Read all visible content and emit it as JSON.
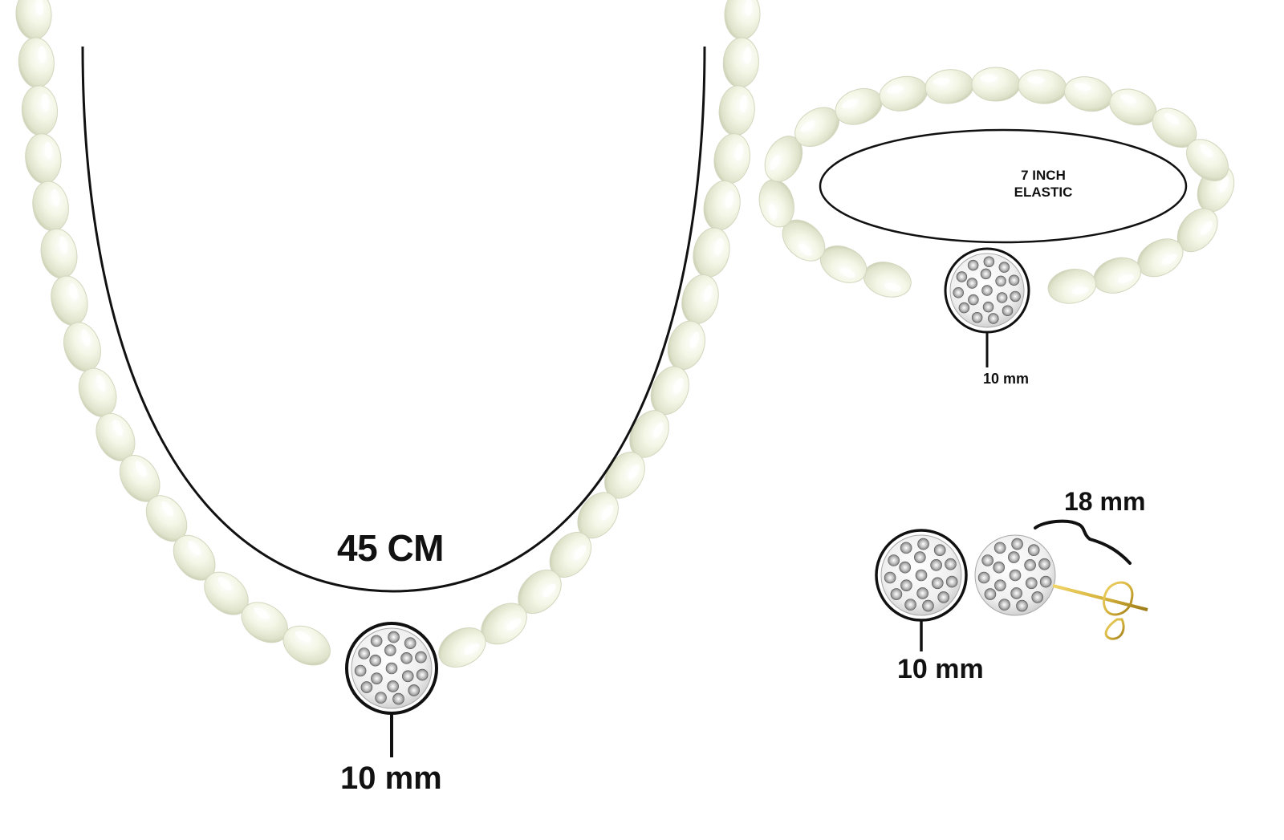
{
  "necklace": {
    "length_label": "45 CM",
    "bead_label": "10 mm"
  },
  "bracelet": {
    "size_label": "7 INCH ELASTIC",
    "bead_label": "10 mm"
  },
  "earrings": {
    "stud_label": "10 mm",
    "post_label": "18 mm"
  },
  "colors": {
    "pearl": "#f4f6e6",
    "pearl_shadow": "#d2d7bf",
    "crystal": "#eeeeee",
    "gold": "#d4b13a",
    "line": "#111111"
  }
}
